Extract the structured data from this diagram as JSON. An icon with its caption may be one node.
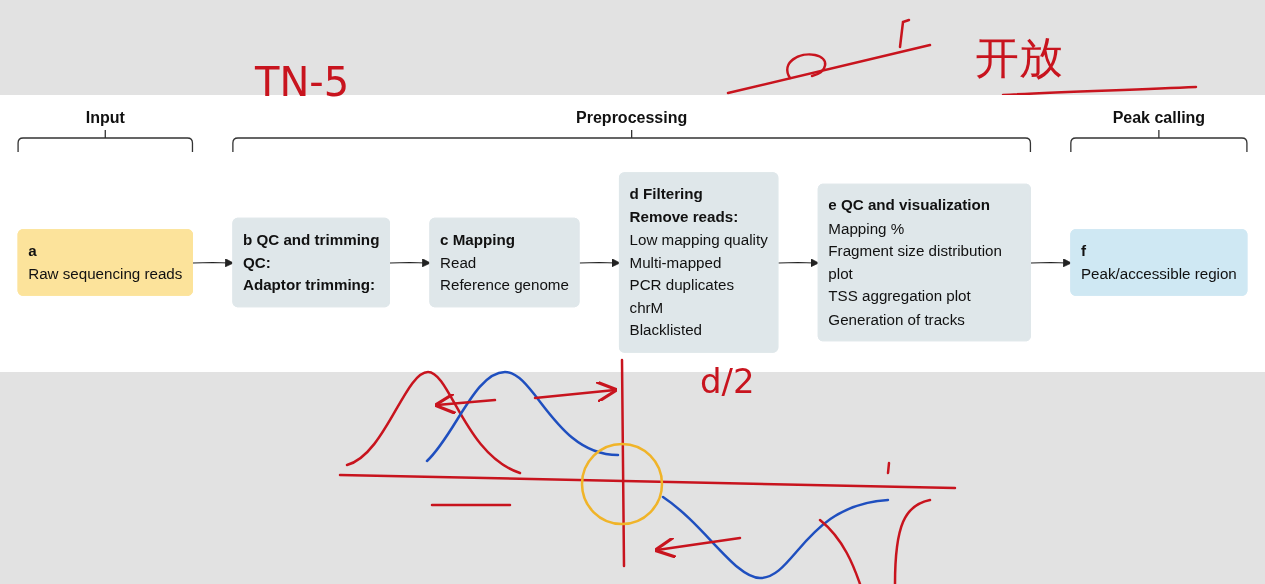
{
  "diagram": {
    "nodes": [
      {
        "text": [
          "a",
          "Raw sequencing reads"
        ]
      },
      {
        "text": [
          "b QC and trimming",
          "QC:",
          "Adaptor trimming:"
        ]
      },
      {
        "text": [
          "c Mapping",
          "Read",
          "Reference genome"
        ]
      },
      {
        "text": [
          "d Filtering",
          "Remove reads:",
          "Low mapping quality",
          "Multi-mapped",
          "PCR duplicates",
          "chrM",
          "Blacklisted"
        ]
      },
      {
        "text": [
          "e QC and visualization",
          "Mapping %",
          "Fragment size distribution plot",
          "TSS aggregation plot",
          "Generation of tracks"
        ]
      },
      {
        "text": [
          "f",
          "Peak/accessible region"
        ]
      }
    ],
    "edges": [
      {
        "from": 0,
        "to": 1,
        "arrow": "to"
      },
      {
        "from": 1,
        "to": 2,
        "arrow": "to"
      },
      {
        "from": 2,
        "to": 3,
        "arrow": "to"
      },
      {
        "from": 3,
        "to": 4,
        "arrow": "to"
      },
      {
        "from": 4,
        "to": 5,
        "arrow": "to"
      }
    ],
    "labels": [
      "TN-5",
      "开放",
      "Input",
      "Preprocessing",
      "Peak calling",
      "d/2"
    ]
  }
}
